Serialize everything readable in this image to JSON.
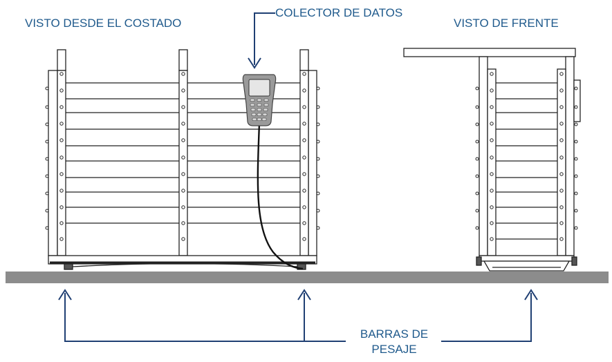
{
  "labels": {
    "side_view": "VISTO DESDE EL COSTADO",
    "data_collector": "COLECTOR DE DATOS",
    "front_view": "VISTO DE FRENTE",
    "weigh_bars_line1": "BARRAS DE",
    "weigh_bars_line2": "PESAJE"
  },
  "colors": {
    "label_text": "#1f5a8c",
    "callout_line": "#1f3f73",
    "ground": "#8c8c8c",
    "outline": "#222222",
    "device_body": "#9a9a9a"
  },
  "icons": [
    "data-collector-icon",
    "arrow-down-icon",
    "arrow-up-icon"
  ]
}
